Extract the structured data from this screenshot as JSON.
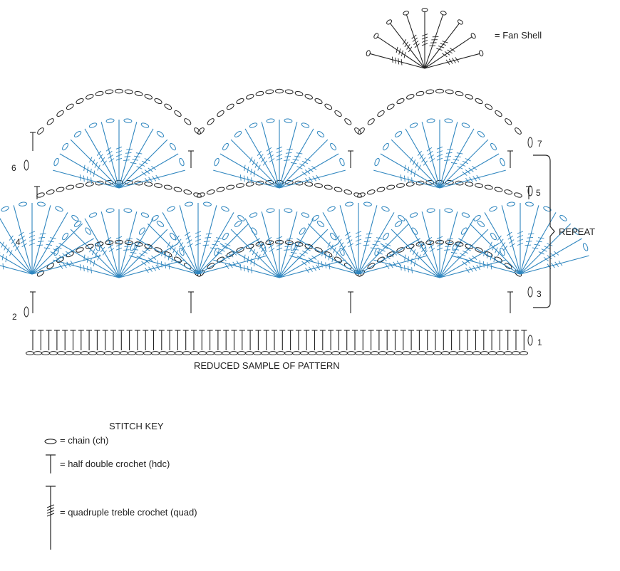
{
  "legend_top": {
    "fan_shell_label": "= Fan Shell"
  },
  "row_numbers": {
    "left": [
      "6",
      "4",
      "2"
    ],
    "right": [
      "7",
      "5",
      "3",
      "1"
    ]
  },
  "repeat_label": "REPEAT",
  "caption": "REDUCED SAMPLE OF PATTERN",
  "stitch_key": {
    "title": "STITCH KEY",
    "items": [
      {
        "symbol": "chain-symbol",
        "label": "= chain (ch)"
      },
      {
        "symbol": "hdc-symbol",
        "label": "= half double crochet (hdc)"
      },
      {
        "symbol": "quad-symbol",
        "label": "= quadruple treble crochet (quad)"
      }
    ]
  },
  "colors": {
    "ink": "#222222",
    "blue": "#2f86bf"
  }
}
